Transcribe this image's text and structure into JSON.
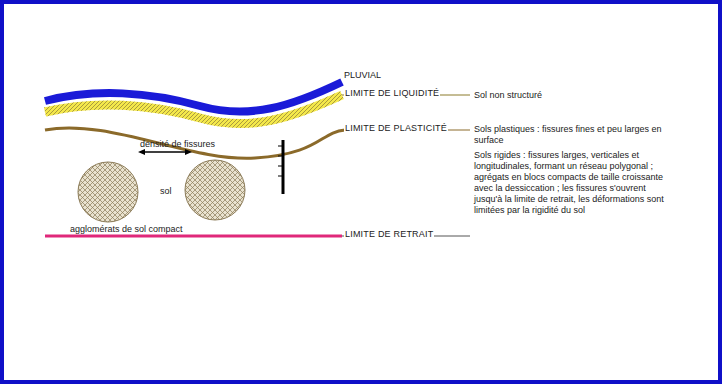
{
  "diagram": {
    "labels": [
      "PLUVIAL",
      "LIMITE DE LIQUIDITÉ",
      "Sol non structuré",
      "LIMITE DE PLASTICITÉ",
      "Sols plastiques : fissures fines et peu larges en surface",
      "LIMITE DE RETRAIT",
      "Sols rigides : fissures larges, verticales et longitudinales, formant un réseau polygonal ; agrégats en blocs compacts de taille croissante avec la dessiccation ; les fissures s'ouvrent jusqu'à la limite de retrait, les déformations sont limitées par la rigidité du sol",
      "densité de fissures",
      "sol",
      "agglomérats de sol compact"
    ]
  }
}
